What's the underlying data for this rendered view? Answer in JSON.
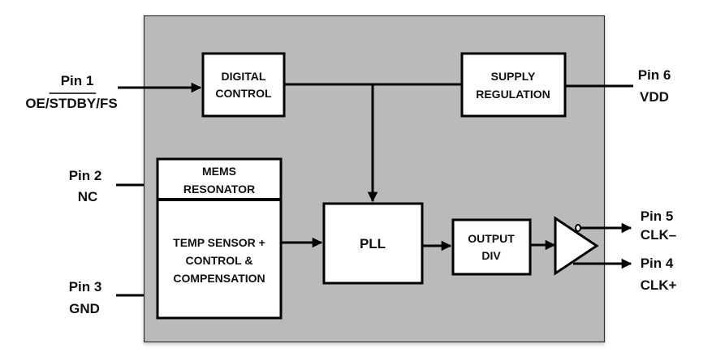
{
  "diagram": {
    "title": "MEMS Oscillator Block Diagram",
    "colors": {
      "chip_body": "#bababa",
      "block_fill": "#ffffff",
      "line": "#000000",
      "text": "#111111"
    },
    "pins": {
      "pin1": {
        "number": "Pin 1",
        "prefix": "OE/",
        "overbar": "STDBY",
        "suffix": "/FS"
      },
      "pin2": {
        "number": "Pin 2",
        "name": "NC"
      },
      "pin3": {
        "number": "Pin 3",
        "name": "GND"
      },
      "pin4": {
        "number": "Pin 4",
        "name": "CLK+"
      },
      "pin5": {
        "number": "Pin 5",
        "name": "CLK–"
      },
      "pin6": {
        "number": "Pin 6",
        "name": "VDD"
      }
    },
    "blocks": {
      "digital_control": {
        "line1": "DIGITAL",
        "line2": "CONTROL"
      },
      "supply_regulation": {
        "line1": "SUPPLY",
        "line2": "REGULATION"
      },
      "mems_resonator": {
        "line1": "MEMS",
        "line2": "RESONATOR"
      },
      "temp_sensor": {
        "line1": "TEMP SENSOR +",
        "line2": "CONTROL &",
        "line3": "COMPENSATION"
      },
      "pll": {
        "label": "PLL"
      },
      "output_div": {
        "line1": "OUTPUT",
        "line2": "DIV"
      }
    }
  }
}
